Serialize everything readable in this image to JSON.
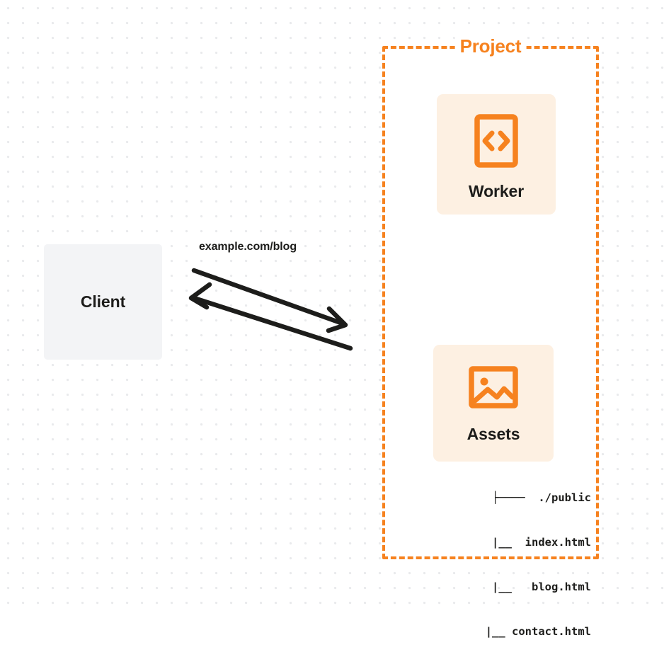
{
  "diagram": {
    "client": {
      "label": "Client"
    },
    "request": {
      "label": "example.com/blog",
      "request_arrow_name": "request-arrow",
      "response_arrow_name": "response-arrow"
    },
    "project": {
      "title": "Project",
      "border_color": "#f6821f",
      "services": [
        {
          "label": "Worker",
          "icon": "code-brackets-icon",
          "card_color": "#fdf0e2",
          "icon_color": "#f6821f"
        },
        {
          "label": "Assets",
          "icon": "image-icon",
          "card_color": "#fdf0e2",
          "icon_color": "#f6821f"
        }
      ],
      "file_tree": [
        "├────  ./public",
        "    |__  index.html",
        "    |__   blog.html",
        "|__ contact.html"
      ]
    }
  },
  "colors": {
    "accent": "#f6821f",
    "card": "#fdf0e2",
    "client_box": "#f3f4f6",
    "text": "#1d1d1b",
    "canvas": "#ffffff",
    "grid_dot": "#e9eaec"
  }
}
